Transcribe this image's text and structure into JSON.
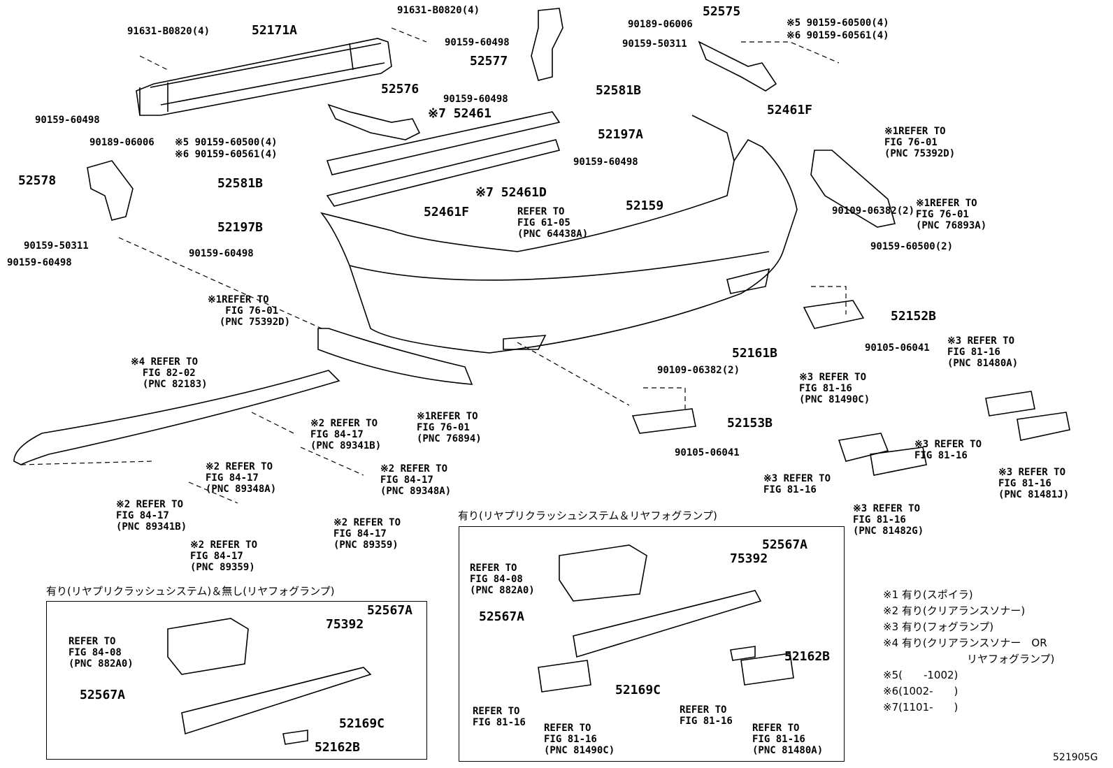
{
  "labels": [
    {
      "id": "91631-B0820-4-left",
      "text": "91631-B0820(4)"
    },
    {
      "id": "52171A",
      "text": "52171A"
    },
    {
      "id": "91631-B0820-4-right",
      "text": "91631-B0820(4)"
    },
    {
      "id": "90159-60498-a",
      "text": "90159-60498"
    },
    {
      "id": "52577",
      "text": "52577"
    },
    {
      "id": "90189-06006-a",
      "text": "90189-06006"
    },
    {
      "id": "90159-50311-a",
      "text": "90159-50311"
    },
    {
      "id": "52575",
      "text": "52575"
    },
    {
      "id": "note5-60500",
      "text": "※5 90159-60500(4)"
    },
    {
      "id": "note6-60561",
      "text": "※6 90159-60561(4)"
    },
    {
      "id": "52576",
      "text": "52576"
    },
    {
      "id": "90159-60498-b",
      "text": "90159-60498"
    },
    {
      "id": "52461",
      "text": "※7 52461"
    },
    {
      "id": "52581B-a",
      "text": "52581B"
    },
    {
      "id": "52461F-a",
      "text": "52461F"
    },
    {
      "id": "52197A",
      "text": "52197A"
    },
    {
      "id": "90159-60498-c",
      "text": "90159-60498"
    },
    {
      "id": "90159-60498-d",
      "text": "90159-60498"
    },
    {
      "id": "90189-06006-b",
      "text": "90189-06006"
    },
    {
      "id": "note5b",
      "text": "※5 90159-60500(4)"
    },
    {
      "id": "note6b",
      "text": "※6 90159-60561(4)"
    },
    {
      "id": "52578",
      "text": "52578"
    },
    {
      "id": "52461D",
      "text": "※7 52461D"
    },
    {
      "id": "52581B-b",
      "text": "52581B"
    },
    {
      "id": "52461F-b",
      "text": "52461F"
    },
    {
      "id": "52159",
      "text": "52159"
    },
    {
      "id": "ref-61-05",
      "text": "REFER TO\nFIG 61-05\n(PNC 64438A)"
    },
    {
      "id": "52197B",
      "text": "52197B"
    },
    {
      "id": "90159-60498-e",
      "text": "90159-60498"
    },
    {
      "id": "90159-50311-b",
      "text": "90159-50311"
    },
    {
      "id": "90159-60498-f",
      "text": "90159-60498"
    },
    {
      "id": "ref-76-01-a",
      "text": "※1REFER TO\n   FIG 76-01\n  (PNC 75392D)"
    },
    {
      "id": "ref-76-01-b",
      "text": "※1REFER TO\nFIG 76-01\n(PNC 75392D)"
    },
    {
      "id": "ref-76-01-c",
      "text": "※1REFER TO\nFIG 76-01\n(PNC 76893A)"
    },
    {
      "id": "90159-60500-2",
      "text": "90159-60500(2)"
    },
    {
      "id": "90109-06382-2a",
      "text": "90109-06382(2)"
    },
    {
      "id": "52152B",
      "text": "52152B"
    },
    {
      "id": "90105-06041-a",
      "text": "90105-06041"
    },
    {
      "id": "52161B",
      "text": "52161B"
    },
    {
      "id": "90109-06382-2b",
      "text": "90109-06382(2)"
    },
    {
      "id": "52153B",
      "text": "52153B"
    },
    {
      "id": "90105-06041-b",
      "text": "90105-06041"
    },
    {
      "id": "ref-82-02",
      "text": "※4 REFER TO\n  FIG 82-02\n  (PNC 82183)"
    },
    {
      "id": "ref-76-01-d",
      "text": "※1REFER TO\nFIG 76-01\n(PNC 76894)"
    },
    {
      "id": "ref-84-17-a",
      "text": "※2 REFER TO\nFIG 84-17\n(PNC 89341B)"
    },
    {
      "id": "ref-84-17-b",
      "text": "※2 REFER TO\nFIG 84-17\n(PNC 89348A)"
    },
    {
      "id": "ref-84-17-c",
      "text": "※2 REFER TO\nFIG 84-17\n(PNC 89348A)"
    },
    {
      "id": "ref-84-17-d",
      "text": "※2 REFER TO\nFIG 84-17\n(PNC 89341B)"
    },
    {
      "id": "ref-84-17-e",
      "text": "※2 REFER TO\nFIG 84-17\n(PNC 89359)"
    },
    {
      "id": "ref-84-17-f",
      "text": "※2 REFER TO\nFIG 84-17\n(PNC 89359)"
    },
    {
      "id": "ref-81-16-a",
      "text": "※3 REFER TO\nFIG 81-16\n(PNC 81480A)"
    },
    {
      "id": "ref-81-16-b",
      "text": "※3 REFER TO\nFIG 81-16\n(PNC 81490C)"
    },
    {
      "id": "ref-81-16-c",
      "text": "※3 REFER TO\nFIG 81-16"
    },
    {
      "id": "ref-81-16-d",
      "text": "※3 REFER TO\nFIG 81-16\n(PNC 81481J)"
    },
    {
      "id": "ref-81-16-e",
      "text": "※3 REFER TO\nFIG 81-16"
    },
    {
      "id": "ref-81-16-f",
      "text": "※3 REFER TO\nFIG 81-16\n(PNC 81482G)"
    }
  ],
  "left_box": {
    "title": "有り(リヤプリクラッシュシステム)＆無し(リヤフォグランプ)",
    "labels": [
      {
        "id": "lb-ref-84-08",
        "text": "REFER TO\nFIG 84-08\n(PNC 882A0)"
      },
      {
        "id": "lb-75392",
        "text": "75392"
      },
      {
        "id": "lb-52567A-a",
        "text": "52567A"
      },
      {
        "id": "lb-52567A-b",
        "text": "52567A"
      },
      {
        "id": "lb-52169C",
        "text": "52169C"
      },
      {
        "id": "lb-52162B",
        "text": "52162B"
      }
    ]
  },
  "right_box": {
    "title": "有り(リヤプリクラッシュシステム＆リヤフォグランプ)",
    "labels": [
      {
        "id": "rb-52567A-a",
        "text": "52567A"
      },
      {
        "id": "rb-ref-84-08",
        "text": "REFER TO\nFIG 84-08\n(PNC 882A0)"
      },
      {
        "id": "rb-75392",
        "text": "75392"
      },
      {
        "id": "rb-52567A-b",
        "text": "52567A"
      },
      {
        "id": "rb-52162B",
        "text": "52162B"
      },
      {
        "id": "rb-52169C",
        "text": "52169C"
      },
      {
        "id": "rb-ref-81-16-a",
        "text": "REFER TO\nFIG 81-16"
      },
      {
        "id": "rb-ref-81-16-b",
        "text": "REFER TO\nFIG 81-16\n(PNC 81490C)"
      },
      {
        "id": "rb-ref-81-16-c",
        "text": "REFER TO\nFIG 81-16"
      },
      {
        "id": "rb-ref-81-16-d",
        "text": "REFER TO\nFIG 81-16\n(PNC 81480A)"
      }
    ]
  },
  "legend": [
    "※1 有り(スポイラ)",
    "※2 有り(クリアランスソナー)",
    "※3 有り(フォグランプ)",
    "※4 有り(クリアランスソナー　OR",
    "　　　　　　　　リヤフォグランプ)",
    "※5(　　-1002)",
    "※6(1002-　　)",
    "※7(1101-　　)"
  ],
  "diagram_id": "521905G"
}
